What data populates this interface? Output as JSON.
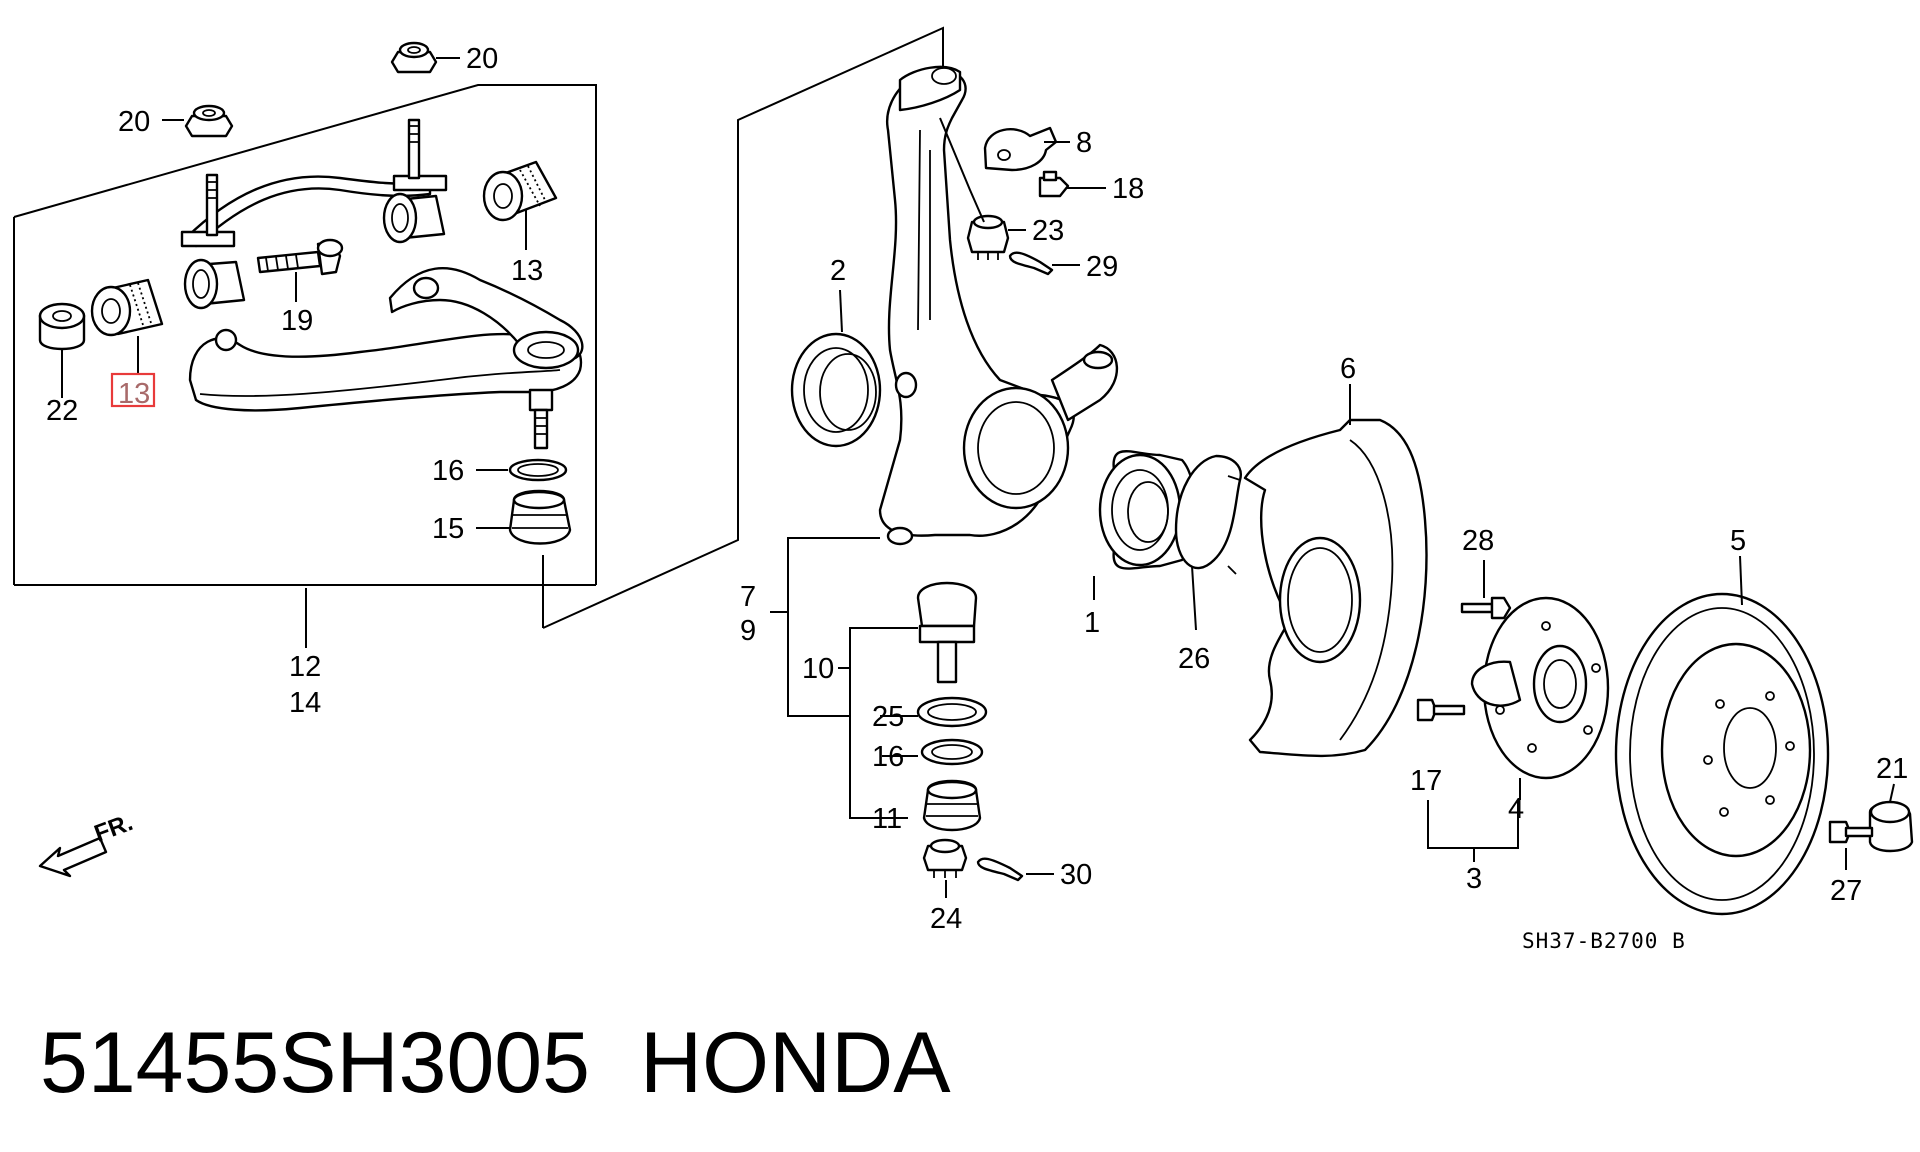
{
  "footer": {
    "part_number": "51455SH3005",
    "brand": "HONDA"
  },
  "diagram": {
    "code": "SH37-B2700 B",
    "direction": "FR.",
    "highlighted_callout": "13",
    "callouts": {
      "c1": "1",
      "c2": "2",
      "c3": "3",
      "c4": "4",
      "c5": "5",
      "c6": "6",
      "c7": "7",
      "c8": "8",
      "c9": "9",
      "c10": "10",
      "c11": "11",
      "c12": "12",
      "c13a": "13",
      "c13b": "13",
      "c14": "14",
      "c15": "15",
      "c16a": "16",
      "c16b": "16",
      "c17": "17",
      "c18": "18",
      "c19": "19",
      "c20a": "20",
      "c20b": "20",
      "c21": "21",
      "c22": "22",
      "c23": "23",
      "c24": "24",
      "c25": "25",
      "c26": "26",
      "c27": "27",
      "c28": "28",
      "c29": "29",
      "c30": "30"
    }
  },
  "colors": {
    "highlight": "#e83a3a",
    "ink": "#000000"
  }
}
